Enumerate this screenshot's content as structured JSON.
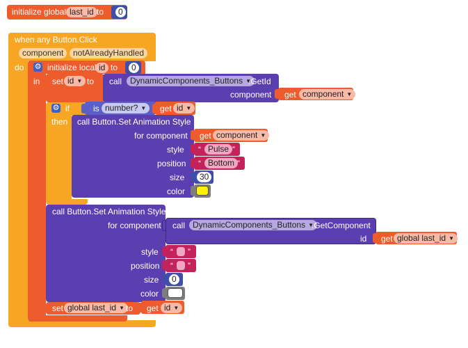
{
  "colors": {
    "variables": "#ee5c2d",
    "event": "#f7a623",
    "control": "#f7a623",
    "component": "#5b3fb0",
    "logic": "#5b5fc7",
    "math": "#3f4ea8",
    "text": "#c4225a",
    "color_yellow": "#fff200",
    "color_white": "#ffffff"
  },
  "global_block": {
    "prefix": "initialize global",
    "name": "last_id",
    "to": "to",
    "value": "0"
  },
  "event_block": {
    "header": "when any Button.Click",
    "params": [
      "component",
      "notAlreadyHandled"
    ],
    "do": "do"
  },
  "local_block": {
    "prefix": "initialize local",
    "name": "id",
    "to": "to",
    "value": "0",
    "in": "in"
  },
  "set_id": {
    "set": "set",
    "var": "id",
    "to": "to",
    "call": "call",
    "component": "DynamicComponents_Buttons",
    "method": ".GetId",
    "arg_label": "component",
    "get": "get",
    "get_var": "component"
  },
  "if_block": {
    "if": "if",
    "then": "then",
    "is": "is",
    "test": "number?",
    "get": "get",
    "get_var": "id"
  },
  "anim_call_1": {
    "title": "call Button.Set Animation Style",
    "labels": {
      "for_component": "for component",
      "style": "style",
      "position": "position",
      "size": "size",
      "color": "color"
    },
    "get": "get",
    "get_var": "component",
    "style_value": "Pulse",
    "position_value": "Bottom",
    "size_value": "30",
    "quote_open": "“",
    "quote_close": "”"
  },
  "anim_call_2": {
    "title": "call Button.Set Animation Style",
    "labels": {
      "for_component": "for component",
      "style": "style",
      "position": "position",
      "size": "size",
      "color": "color",
      "id": "id"
    },
    "call": "call",
    "component": "DynamicComponents_Buttons",
    "method": ".GetComponent",
    "get": "get",
    "get_var": "global last_id",
    "size_value": "0",
    "quote_open": "“",
    "quote_close": "”"
  },
  "set_global": {
    "set": "set",
    "var": "global last_id",
    "to": "to",
    "get": "get",
    "get_var": "id"
  }
}
